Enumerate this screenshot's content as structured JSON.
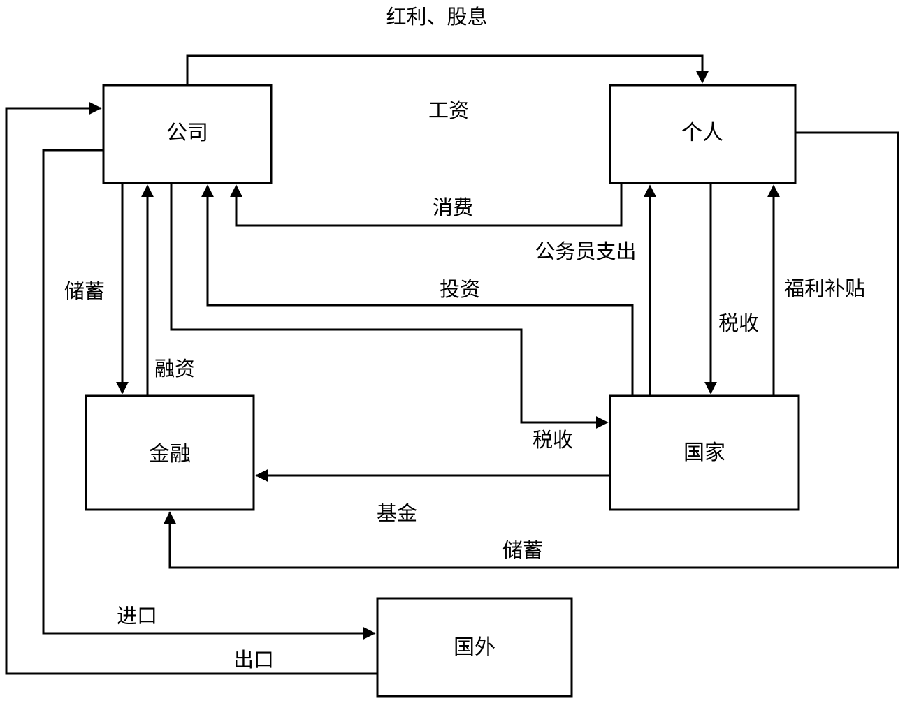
{
  "nodes": {
    "company": "公司",
    "individual": "个人",
    "finance": "金融",
    "state": "国家",
    "foreign": "国外"
  },
  "edges": {
    "dividends": "红利、股息",
    "wages": "工资",
    "consumption": "消费",
    "civil_servant_spending": "公务员支出",
    "investment": "投资",
    "welfare_subsidy": "福利补贴",
    "tax_individual": "税收",
    "savings_company": "储蓄",
    "financing": "融资",
    "tax_company": "税收",
    "fund": "基金",
    "savings_individual": "储蓄",
    "imports": "进口",
    "exports": "出口"
  },
  "colors": {
    "stroke": "#000000",
    "background": "#ffffff"
  }
}
